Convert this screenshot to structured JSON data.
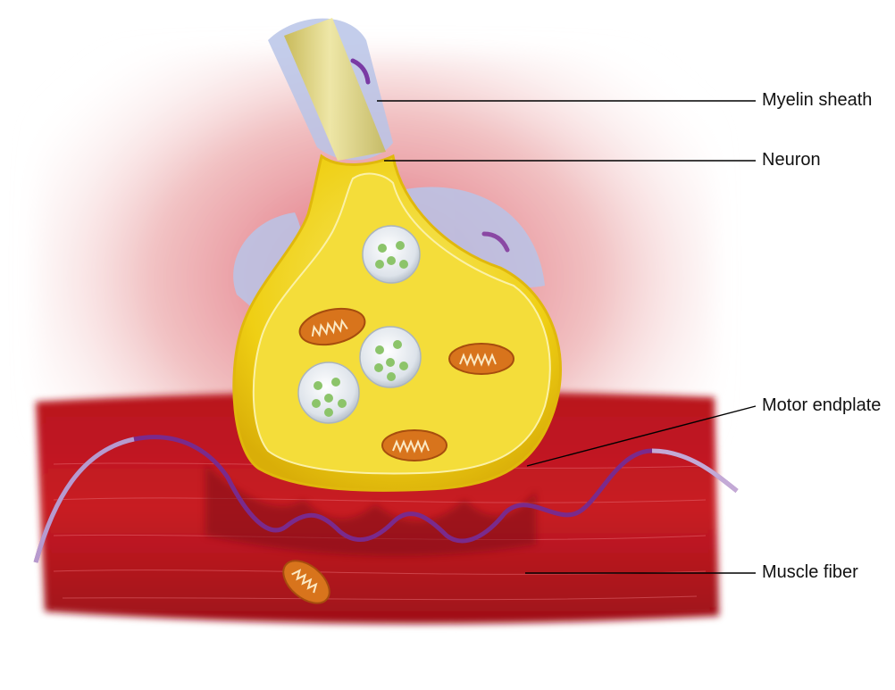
{
  "labels": {
    "myelin_sheath": "Myelin sheath",
    "neuron": "Neuron",
    "motor_endplate": "Motor endplate",
    "muscle_fiber": "Muscle fiber"
  },
  "colors": {
    "background_glow": "#e99a9a",
    "muscle": "#c0151f",
    "muscle_dark": "#8e0c14",
    "neuron_yellow": "#f2d21a",
    "neuron_inner": "#f5e25a",
    "myelin": "#b9c4e8",
    "sarcolemma": "#7a2a8c",
    "mitochondrion": "#d8741c",
    "vesicle": "#e9eef2",
    "neurotransmitter": "#8cc46a",
    "leader_line": "#000000"
  }
}
